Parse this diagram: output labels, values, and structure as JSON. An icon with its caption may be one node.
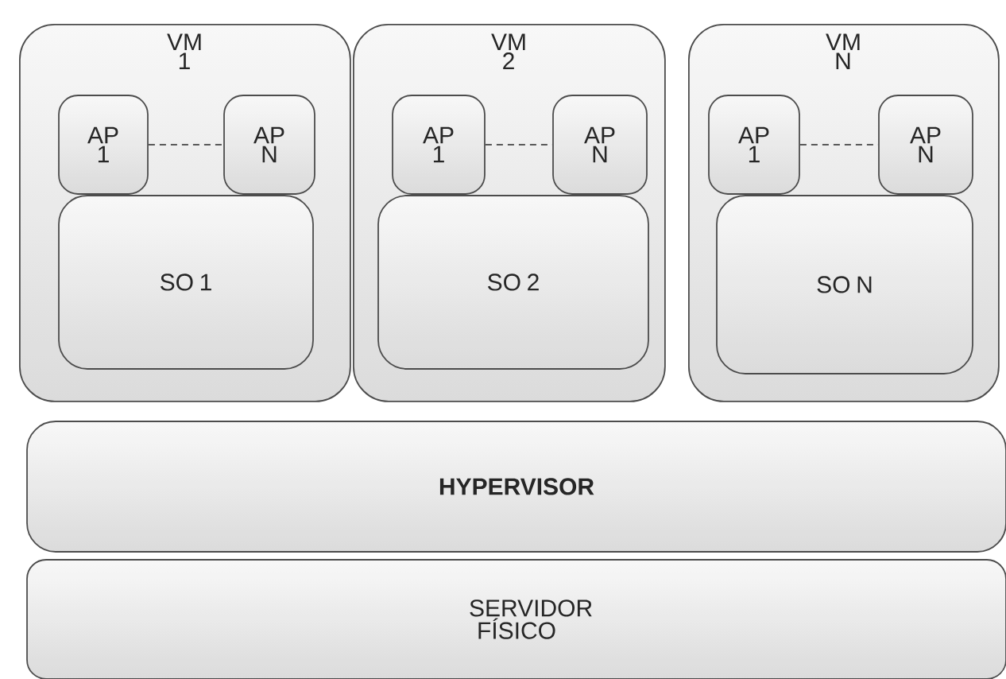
{
  "diagram": {
    "nodes": [
      {
        "text": [
          "VM 1"
        ]
      },
      {
        "text": [
          "AP 1"
        ],
        "in": 0
      },
      {
        "text": [
          "AP N"
        ],
        "in": 0
      },
      {
        "text": [
          "SO 1"
        ],
        "in": 0
      },
      {
        "text": [
          "VM 2"
        ]
      },
      {
        "text": [
          "AP 1"
        ],
        "in": 4
      },
      {
        "text": [
          "AP N"
        ],
        "in": 4
      },
      {
        "text": [
          "SO 2"
        ],
        "in": 4
      },
      {
        "text": [
          "VM N"
        ]
      },
      {
        "text": [
          "AP 1"
        ],
        "in": 8
      },
      {
        "text": [
          "AP N"
        ],
        "in": 8
      },
      {
        "text": [
          "SO N"
        ],
        "in": 8
      },
      {
        "text": [
          "**HYPERVISOR**"
        ]
      },
      {
        "text": [
          "SERVIDOR FÍSICO"
        ]
      }
    ],
    "edges": [
      {
        "from": 1,
        "to": 2,
        "arrow": "none",
        "style": "dashed"
      },
      {
        "from": 5,
        "to": 6,
        "arrow": "none",
        "style": "dashed"
      },
      {
        "from": 9,
        "to": 10,
        "arrow": "none",
        "style": "dashed"
      }
    ]
  }
}
